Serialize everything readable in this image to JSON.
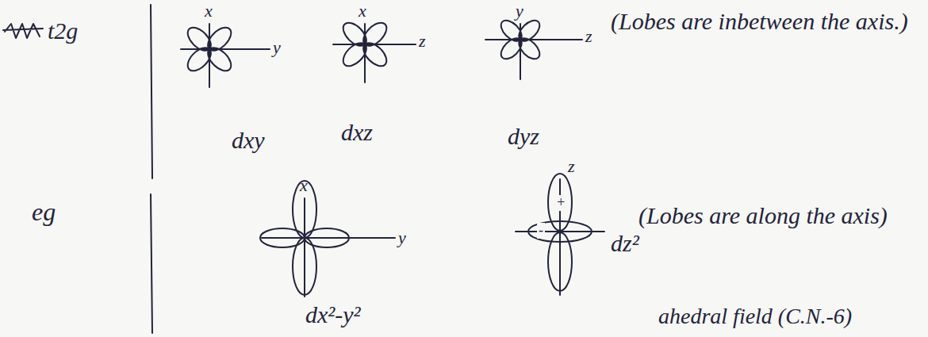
{
  "diagram": {
    "labels": [
      "t2g",
      "x",
      "y",
      "dxy",
      "x",
      "z",
      "dxz",
      "y",
      "z",
      "dyz",
      "(Lobes are inbetween the axis.)",
      "eg",
      "x",
      "y",
      "dx²-y²",
      "z",
      "+",
      "-",
      "dz²",
      "(Lobes are along the axis)",
      "ahedral field (C.N.-6)"
    ]
  }
}
